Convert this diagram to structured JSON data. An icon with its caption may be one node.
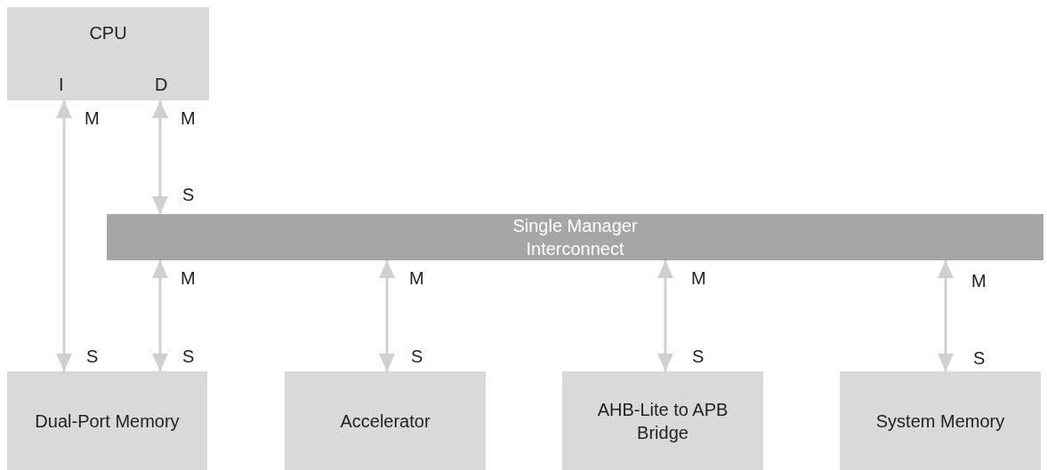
{
  "diagram": {
    "nodes": [
      {
        "text": [
          "CPU",
          "I",
          "D"
        ]
      },
      {
        "text": [
          "Single Manager Interconnect"
        ]
      },
      {
        "text": [
          "Dual-Port Memory"
        ]
      },
      {
        "text": [
          "Accelerator"
        ]
      },
      {
        "text": [
          "AHB-Lite to APB Bridge"
        ]
      },
      {
        "text": [
          "System Memory"
        ]
      }
    ],
    "edges": [
      {
        "from": 0,
        "to": 2,
        "arrow": "both"
      },
      {
        "from": 0,
        "to": 1,
        "arrow": "both"
      },
      {
        "from": 1,
        "to": 2,
        "arrow": "both"
      },
      {
        "from": 1,
        "to": 3,
        "arrow": "both"
      },
      {
        "from": 1,
        "to": 4,
        "arrow": "both"
      },
      {
        "from": 1,
        "to": 5,
        "arrow": "both"
      }
    ],
    "labels": [
      "M",
      "M",
      "S",
      "M",
      "M",
      "M",
      "M",
      "S",
      "S",
      "S",
      "S",
      "S"
    ]
  }
}
